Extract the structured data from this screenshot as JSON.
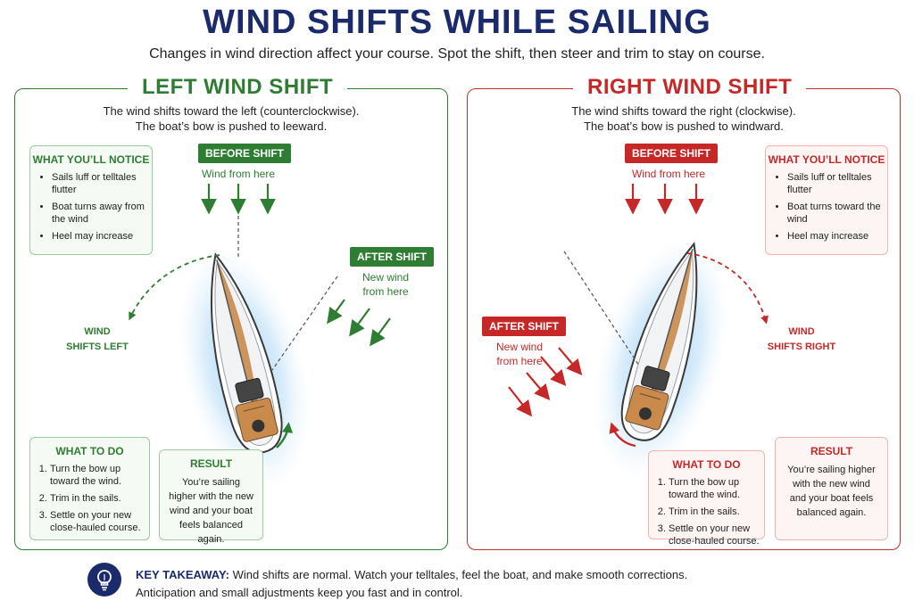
{
  "header": {
    "title": "WIND SHIFTS WHILE SAILING",
    "subtitle": "Changes in wind direction affect your course. Spot the shift, then steer and trim to stay on course."
  },
  "left": {
    "title": "LEFT WIND SHIFT",
    "desc1": "The wind shifts toward the left (counterclockwise).",
    "desc2": "The boat’s bow is pushed to leeward.",
    "notice_title": "WHAT YOU’LL NOTICE",
    "notice": [
      "Sails luff or telltales flutter",
      "Boat turns away from the wind",
      "Heel may increase"
    ],
    "before_tag": "BEFORE SHIFT",
    "before_text": "Wind from here",
    "after_tag": "AFTER SHIFT",
    "after_text1": "New wind",
    "after_text2": "from here",
    "shift_label1": "WIND",
    "shift_label2": "SHIFTS LEFT",
    "todo_title": "WHAT TO DO",
    "todo": [
      "Turn the bow up toward the wind.",
      "Trim in the sails.",
      "Settle on your new close-hauled course."
    ],
    "result_title": "RESULT",
    "result": "You’re sailing higher with the new wind and your boat feels balanced again."
  },
  "right": {
    "title": "RIGHT WIND SHIFT",
    "desc1": "The wind shifts toward the right (clockwise).",
    "desc2": "The boat’s bow is pushed to windward.",
    "notice_title": "WHAT YOU’LL NOTICE",
    "notice": [
      "Sails luff or telltales flutter",
      "Boat turns toward the wind",
      "Heel may increase"
    ],
    "before_tag": "BEFORE SHIFT",
    "before_text": "Wind from here",
    "after_tag": "AFTER SHIFT",
    "after_text1": "New wind",
    "after_text2": "from here",
    "shift_label1": "WIND",
    "shift_label2": "SHIFTS RIGHT",
    "todo_title": "WHAT TO DO",
    "todo": [
      "Turn the bow up toward the wind.",
      "Trim in the sails.",
      "Settle on your new close-hauled course."
    ],
    "result_title": "RESULT",
    "result": "You’re sailing higher with the new wind and your boat feels balanced again."
  },
  "footer": {
    "icon": "lightbulb-icon",
    "takeaway_label": "KEY TAKEAWAY:",
    "takeaway_line1": "Wind shifts are normal. Watch your telltales, feel the boat, and make smooth corrections.",
    "takeaway_line2": "Anticipation and small adjustments keep you fast and in control."
  },
  "colors": {
    "navy": "#1b2a6b",
    "green": "#2e7d32",
    "red": "#c62828",
    "water": "#cfe6f7",
    "deck": "#c98a4b"
  }
}
